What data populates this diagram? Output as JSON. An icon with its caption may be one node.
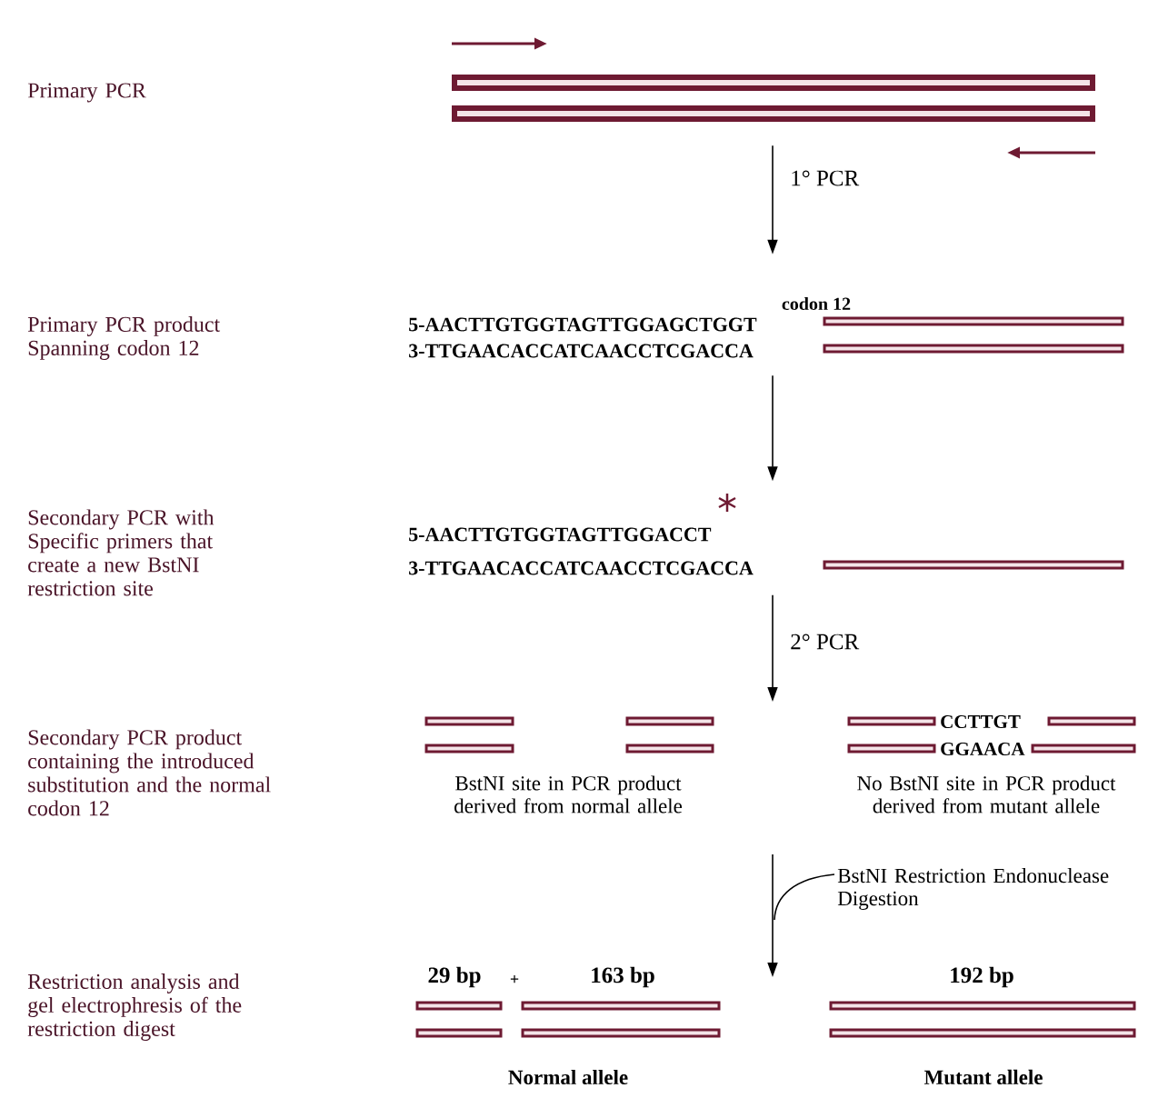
{
  "diagram": {
    "nodes": [
      {
        "text": [],
        "shape": "bar"
      },
      {
        "text": [
          "5-AACTTGTGGTAGTTGGAGCTGGT",
          "3-TTGAACACCATCAACCTCGACCA"
        ],
        "beside": [
          "codon 12"
        ]
      },
      {
        "text": [
          "5-AACTTGTGGTAGTTGGACCT",
          "3-TTGAACACCATCAACCTCGACCA"
        ]
      },
      {
        "text": [
          "BstNI site in PCR product derived from normal allele"
        ]
      },
      {
        "text": [
          "CCTTGT",
          "GGAACA",
          "No BstNI site in PCR product derived from mutant allele"
        ]
      },
      {
        "text": [
          "29 bp",
          "+",
          "163 bp"
        ],
        "beside": [
          "Normal allele"
        ]
      },
      {
        "text": [
          "192 bp"
        ],
        "beside": [
          "Mutant allele"
        ]
      }
    ],
    "edges": [
      {
        "from": 0,
        "to": 1,
        "arrow": "to",
        "label": "1° PCR"
      },
      {
        "from": 1,
        "to": 2,
        "arrow": "to"
      },
      {
        "from": 2,
        "to": null,
        "arrow": "to",
        "label": "2° PCR"
      }
    ],
    "labels": [
      "Primary PCR",
      "Primary PCR product Spanning codon 12",
      "Secondary PCR with Specific primers that create a new BstNI restriction site",
      "Secondary PCR product containing the introduced substitution and the normal codon 12",
      "BstNI Restriction Endonuclease Digestion",
      "Restriction analysis and gel electrophresis of the restriction digest"
    ]
  }
}
